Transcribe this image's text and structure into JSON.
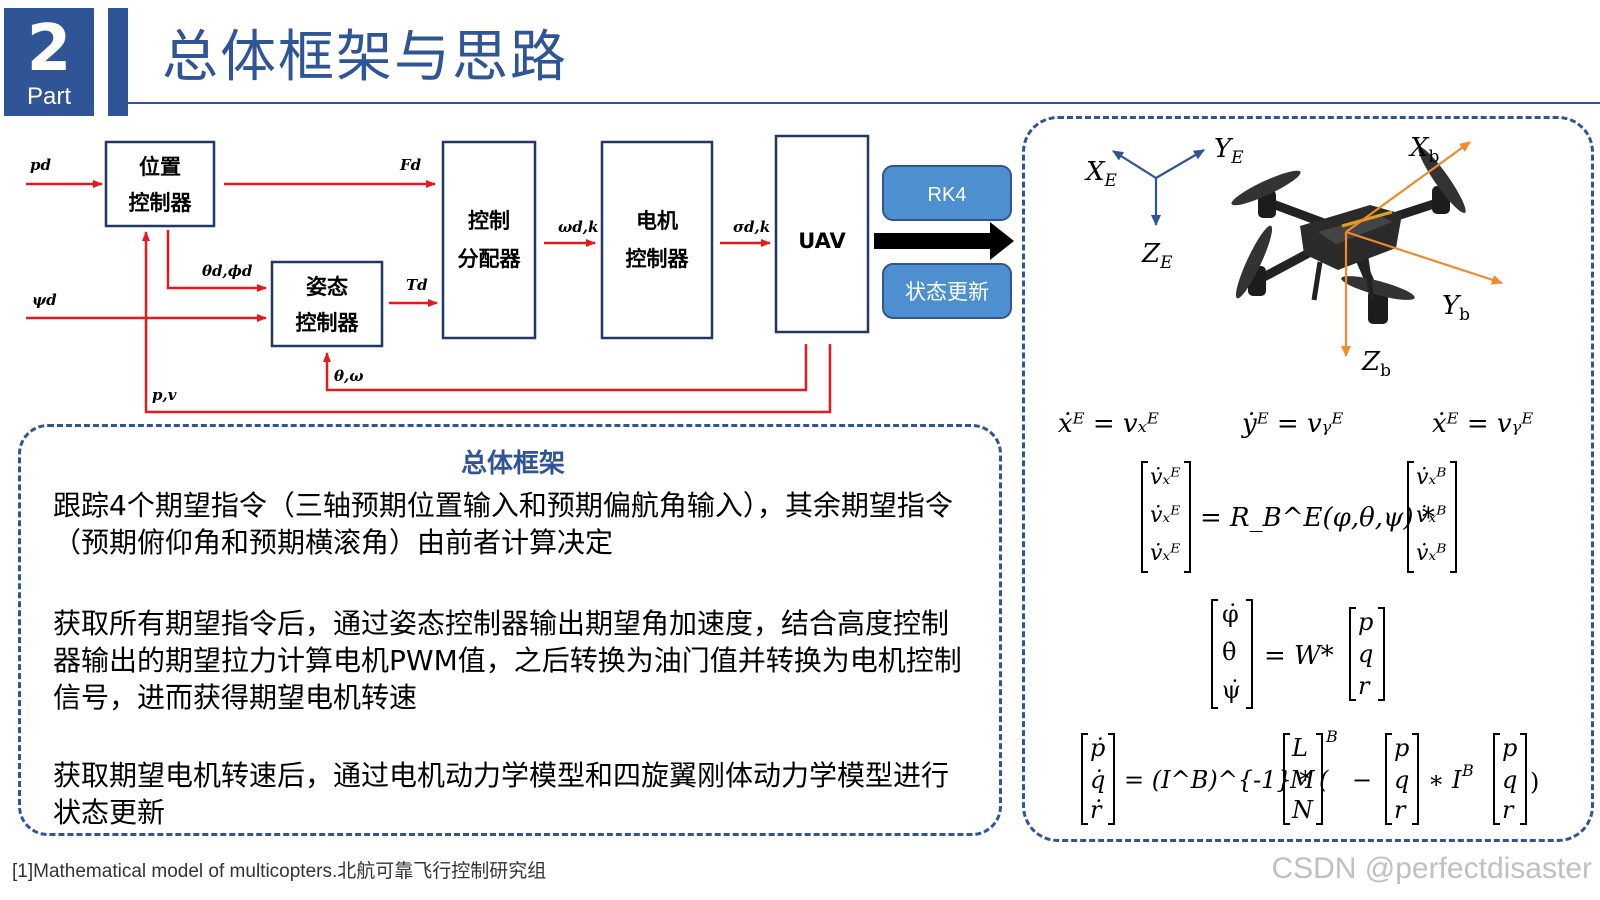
{
  "header": {
    "part_number": "2",
    "part_label": "Part",
    "title": "总体框架与思路"
  },
  "diagram": {
    "blocks": {
      "position_controller": [
        "位置",
        "控制器"
      ],
      "attitude_controller": [
        "姿态",
        "控制器"
      ],
      "control_allocator": [
        "控制",
        "分配器"
      ],
      "motor_controller": [
        "电机",
        "控制器"
      ],
      "uav": "UAV"
    },
    "signals": {
      "p_d": "pd",
      "psi_d": "ψd",
      "F_d": "Fd",
      "theta_phi_d": "θd,ϕd",
      "T_d": "Td",
      "omega_dk": "ωd,k",
      "sigma_dk": "σd,k",
      "theta_omega": "θ,ω",
      "p_v": "p,v"
    },
    "rk4_label": "RK4",
    "state_update_label": "状态更新",
    "axes": {
      "XE": "X",
      "YE": "Y",
      "ZE": "Z",
      "E_sub": "E",
      "Xb": "X",
      "Yb": "Y",
      "Zb": "Z",
      "b_sub": "b"
    },
    "colors": {
      "primary": "#2f5597",
      "signal_red": "#e8191b",
      "button_blue": "#4e8fd0",
      "body_axis_orange": "#f08a2c"
    }
  },
  "framework": {
    "title": "总体框架",
    "paragraphs": [
      "跟踪4个期望指令（三轴预期位置输入和预期偏航角输入），其余期望指令（预期俯仰角和预期横滚角）由前者计算决定",
      "获取所有期望指令后，通过姿态控制器输出期望角加速度，结合高度控制器输出的期望拉力计算电机PWM值，之后转换为油门值并转换为电机控制信号，进而获得期望电机转速",
      "获取期望电机转速后，通过电机动力学模型和四旋翼刚体动力学模型进行状态更新"
    ]
  },
  "equations": {
    "eq1": [
      "ẋᴱ = vₓᴱ",
      "ẏᴱ = vᵧᴱ",
      "ẋᴱ = vᵧᴱ"
    ],
    "eq2_rhs": "= R_B^E(φ,θ,ψ) *",
    "eq3_rhs": "= W*",
    "eq4_rhs": "= (I^B)^{-1} * ("
  },
  "footer": {
    "reference": "[1]Mathematical model of multicopters.北航可靠飞行控制研究组",
    "watermark": "CSDN @perfectdisaster"
  }
}
